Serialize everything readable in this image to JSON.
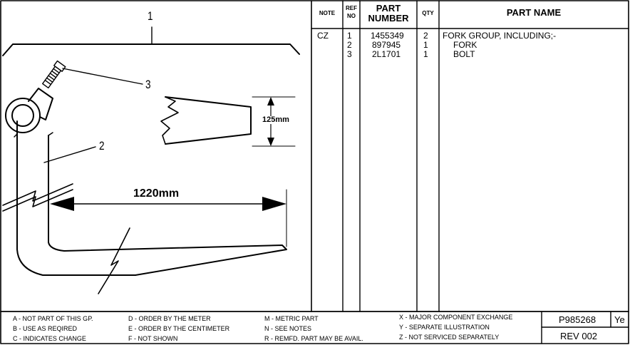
{
  "drawing": {
    "callouts": [
      "1",
      "2",
      "3"
    ],
    "dim_length": "1220mm",
    "dim_height": "125mm"
  },
  "table": {
    "headers": {
      "note": "NOTE",
      "ref_line1": "REF",
      "ref_line2": "NO",
      "part_line1": "PART",
      "part_line2": "NUMBER",
      "qty": "QTY",
      "name": "PART NAME"
    },
    "note_value": "CZ",
    "rows": [
      {
        "ref": "1",
        "part_number": "1455349",
        "qty": "2",
        "name": "FORK GROUP, INCLUDING;-"
      },
      {
        "ref": "2",
        "part_number": "897945",
        "qty": "1",
        "name": "FORK"
      },
      {
        "ref": "3",
        "part_number": "2L1701",
        "qty": "1",
        "name": "BOLT"
      }
    ]
  },
  "legend": {
    "col1": [
      "A - NOT PART OF THIS GP.",
      "B - USE AS REQIRED",
      "C - INDICATES CHANGE"
    ],
    "col2": [
      "D - ORDER BY THE METER",
      "E - ORDER BY THE CENTIMETER",
      "F - NOT SHOWN"
    ],
    "col3": [
      "M - METRIC PART",
      "N - SEE NOTES",
      "R - REMFD. PART MAY BE AVAIL."
    ],
    "col4": [
      "X - MAJOR COMPONENT EXCHANGE",
      "Y - SEPARATE ILLUSTRATION",
      "Z - NOT SERVICED SEPARATELY"
    ]
  },
  "doc_info": {
    "doc_number": "P985268",
    "doc_suffix": "Ye",
    "revision": "REV 002"
  }
}
